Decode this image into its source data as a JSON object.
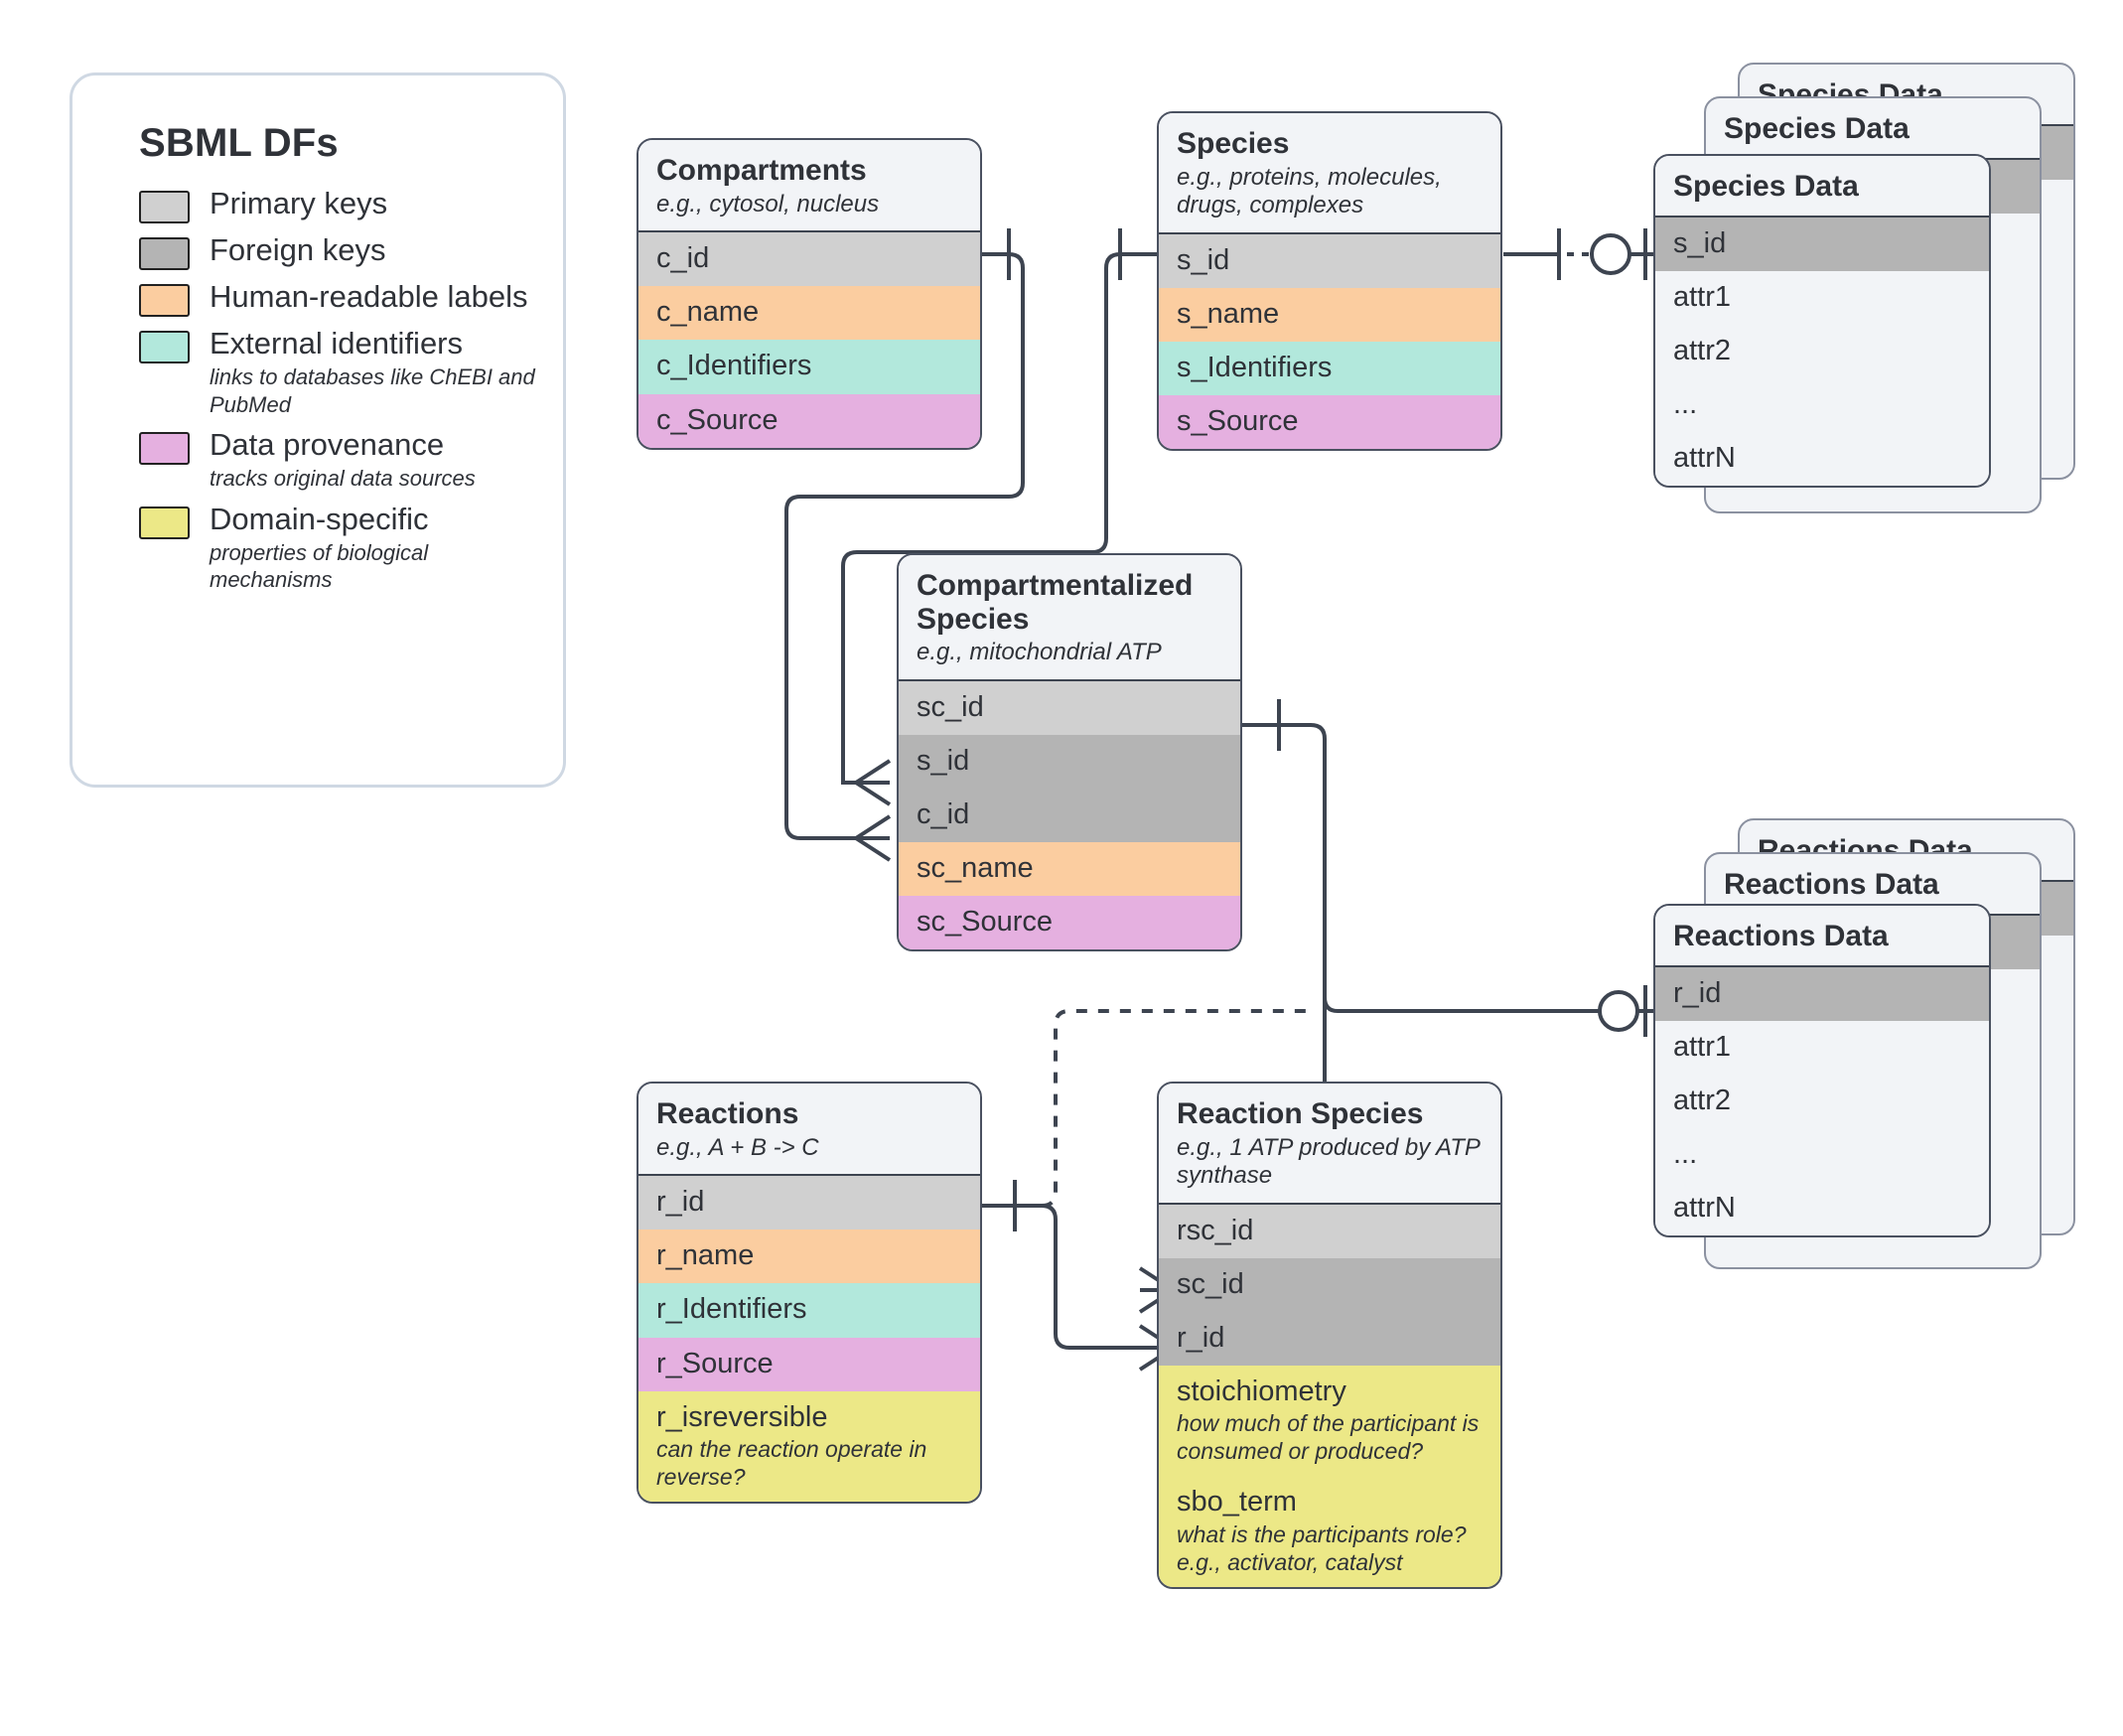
{
  "legend": {
    "title": "SBML DFs",
    "items": [
      {
        "color": "#d0d0d0",
        "label": "Primary keys",
        "sub": "",
        "name": "primary-keys"
      },
      {
        "color": "#b4b4b4",
        "label": "Foreign keys",
        "sub": "",
        "name": "foreign-keys"
      },
      {
        "color": "#fbcda0",
        "label": "Human-readable labels",
        "sub": "",
        "name": "human-readable-labels"
      },
      {
        "color": "#b2e8dc",
        "label": "External identifiers",
        "sub": "links to databases like ChEBI and PubMed",
        "name": "external-identifiers"
      },
      {
        "color": "#e5b0e0",
        "label": "Data provenance",
        "sub": "tracks original data sources",
        "name": "data-provenance"
      },
      {
        "color": "#ece887",
        "label": "Domain-specific",
        "sub": "properties of biological mechanisms",
        "name": "domain-specific"
      }
    ]
  },
  "entities": {
    "compartments": {
      "title": "Compartments",
      "subtitle": "e.g., cytosol, nucleus",
      "fields": [
        {
          "name": "c_id",
          "kind": "pk"
        },
        {
          "name": "c_name",
          "kind": "lbl"
        },
        {
          "name": "c_Identifiers",
          "kind": "ext"
        },
        {
          "name": "c_Source",
          "kind": "prov"
        }
      ]
    },
    "species": {
      "title": "Species",
      "subtitle": "e.g., proteins, molecules, drugs, complexes",
      "fields": [
        {
          "name": "s_id",
          "kind": "pk"
        },
        {
          "name": "s_name",
          "kind": "lbl"
        },
        {
          "name": "s_Identifiers",
          "kind": "ext"
        },
        {
          "name": "s_Source",
          "kind": "prov"
        }
      ]
    },
    "species_data": {
      "title": "Species Data",
      "subtitle": "",
      "fields": [
        {
          "name": "s_id",
          "kind": "fk"
        },
        {
          "name": "attr1",
          "kind": "plain"
        },
        {
          "name": "attr2",
          "kind": "plain"
        },
        {
          "name": "...",
          "kind": "plain"
        },
        {
          "name": "attrN",
          "kind": "plain"
        }
      ]
    },
    "compartmentalized_species": {
      "title": "Compartmentalized Species",
      "subtitle": "e.g., mitochondrial ATP",
      "fields": [
        {
          "name": "sc_id",
          "kind": "pk"
        },
        {
          "name": "s_id",
          "kind": "fk"
        },
        {
          "name": "c_id",
          "kind": "fk"
        },
        {
          "name": "sc_name",
          "kind": "lbl"
        },
        {
          "name": "sc_Source",
          "kind": "prov"
        }
      ]
    },
    "reactions": {
      "title": "Reactions",
      "subtitle": "e.g., A + B -> C",
      "fields": [
        {
          "name": "r_id",
          "kind": "pk"
        },
        {
          "name": "r_name",
          "kind": "lbl"
        },
        {
          "name": "r_Identifiers",
          "kind": "ext"
        },
        {
          "name": "r_Source",
          "kind": "prov"
        },
        {
          "name": "r_isreversible",
          "kind": "dom",
          "sub": "can the reaction operate in reverse?"
        }
      ]
    },
    "reaction_species": {
      "title": "Reaction Species",
      "subtitle": "e.g., 1 ATP produced by ATP synthase",
      "fields": [
        {
          "name": "rsc_id",
          "kind": "pk"
        },
        {
          "name": "sc_id",
          "kind": "fk"
        },
        {
          "name": "r_id",
          "kind": "fk"
        },
        {
          "name": "stoichiometry",
          "kind": "dom",
          "sub": "how much of the participant is consumed or produced?"
        },
        {
          "name": "sbo_term",
          "kind": "dom",
          "sub": "what is the participants role? e.g., activator, catalyst"
        }
      ]
    },
    "reactions_data": {
      "title": "Reactions Data",
      "subtitle": "",
      "fields": [
        {
          "name": "r_id",
          "kind": "fk"
        },
        {
          "name": "attr1",
          "kind": "plain"
        },
        {
          "name": "attr2",
          "kind": "plain"
        },
        {
          "name": "...",
          "kind": "plain"
        },
        {
          "name": "attrN",
          "kind": "plain"
        }
      ]
    }
  },
  "colors": {
    "primary_key": "#d0d0d0",
    "foreign_key": "#b4b4b4",
    "label": "#fbcda0",
    "external": "#b2e8dc",
    "provenance": "#e5b0e0",
    "domain": "#ece887",
    "stroke": "#3d4450",
    "card_bg": "#f2f4f7",
    "legend_border": "#cfd8e3"
  }
}
